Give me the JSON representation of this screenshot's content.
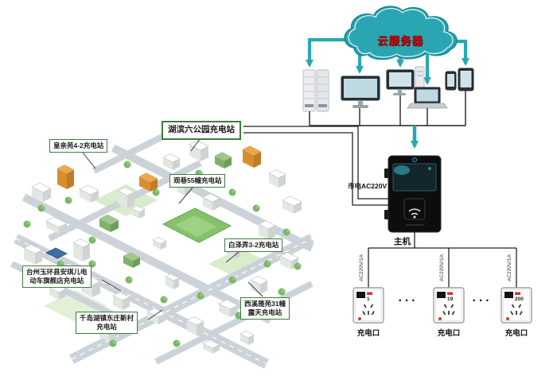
{
  "cloud": {
    "label": "云服务器"
  },
  "devices": [
    "server-rack",
    "monitor",
    "desktop-pc",
    "laptop",
    "smartphone",
    "tablet"
  ],
  "host": {
    "label": "主机",
    "power_label": "市电AC220V"
  },
  "branch": {
    "line_label": "AC220V/1A",
    "ellipsis": "···"
  },
  "outlets": [
    {
      "label": "充电口",
      "number": "1"
    },
    {
      "label": "充电口",
      "number": "19"
    },
    {
      "label": "充电口",
      "number": "200"
    }
  ],
  "stations": [
    {
      "lines": [
        "湖滨六公园充电站"
      ],
      "highlighted": true
    },
    {
      "lines": [
        "皇亲苑4-2充电站"
      ]
    },
    {
      "lines": [
        "观巷55幢充电站"
      ]
    },
    {
      "lines": [
        "白泽弄3-2充电站"
      ]
    },
    {
      "lines": [
        "台州玉环县安琪儿电",
        "动车旗舰店充电站"
      ]
    },
    {
      "lines": [
        "西溪雅苑31幢",
        "露天充电站"
      ]
    },
    {
      "lines": [
        "千岛湖镇东庄新村",
        "充电站"
      ]
    }
  ],
  "colors": {
    "accent_teal": "#29a7b3",
    "callout_green": "#3e7d3c",
    "cloud_text_red": "#b01010"
  }
}
